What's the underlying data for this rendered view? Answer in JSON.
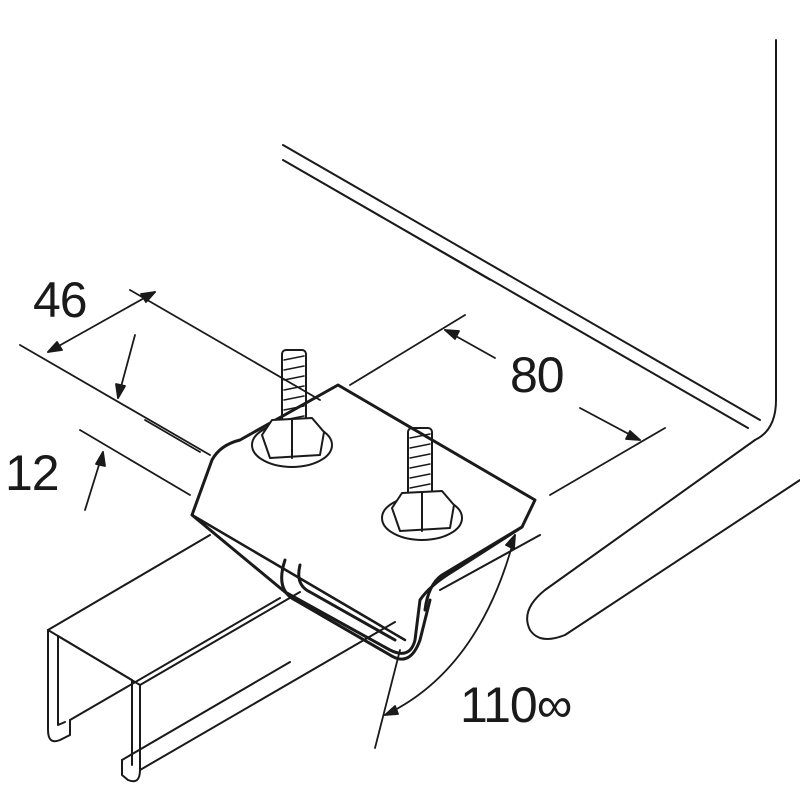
{
  "dimensions": {
    "width_46": "46",
    "length_80": "80",
    "height_12": "12",
    "angle_110": "110∞"
  },
  "colors": {
    "line": "#1a1a1a",
    "background": "#ffffff"
  }
}
